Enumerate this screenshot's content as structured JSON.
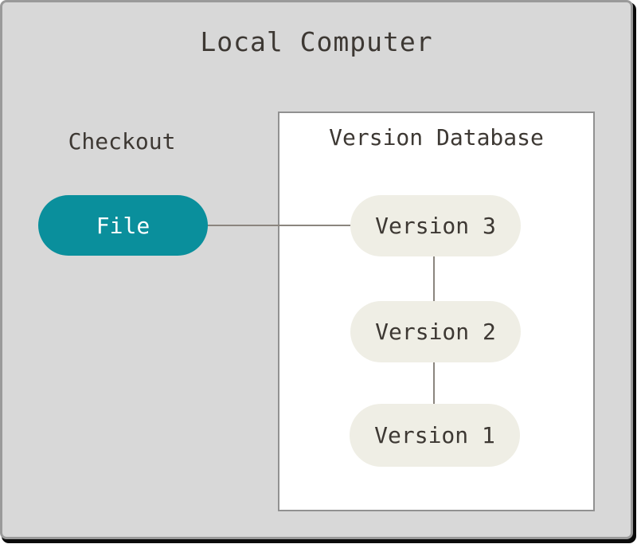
{
  "title": "Local Computer",
  "checkout": {
    "label": "Checkout"
  },
  "file_node": {
    "label": "File"
  },
  "version_database": {
    "label": "Version Database",
    "nodes": [
      {
        "label": "Version 3"
      },
      {
        "label": "Version 2"
      },
      {
        "label": "Version 1"
      }
    ]
  },
  "diagram": {
    "type": "graph",
    "nodes": [
      "File",
      "Version 3",
      "Version 2",
      "Version 1"
    ],
    "edges": [
      [
        "File",
        "Version 3"
      ],
      [
        "Version 3",
        "Version 2"
      ],
      [
        "Version 2",
        "Version 1"
      ]
    ]
  },
  "colors": {
    "canvas-bg": "#d8d8d8",
    "frame-border": "#9a9a9a",
    "shadow": "#0b0b0b",
    "box-bg": "#ffffff",
    "box-border": "#919191",
    "teal": "#0a8f9c",
    "pill-bg": "#efeee5",
    "text-dark": "#3d3833",
    "file-text": "#ffffff",
    "line": "#8b857e"
  }
}
